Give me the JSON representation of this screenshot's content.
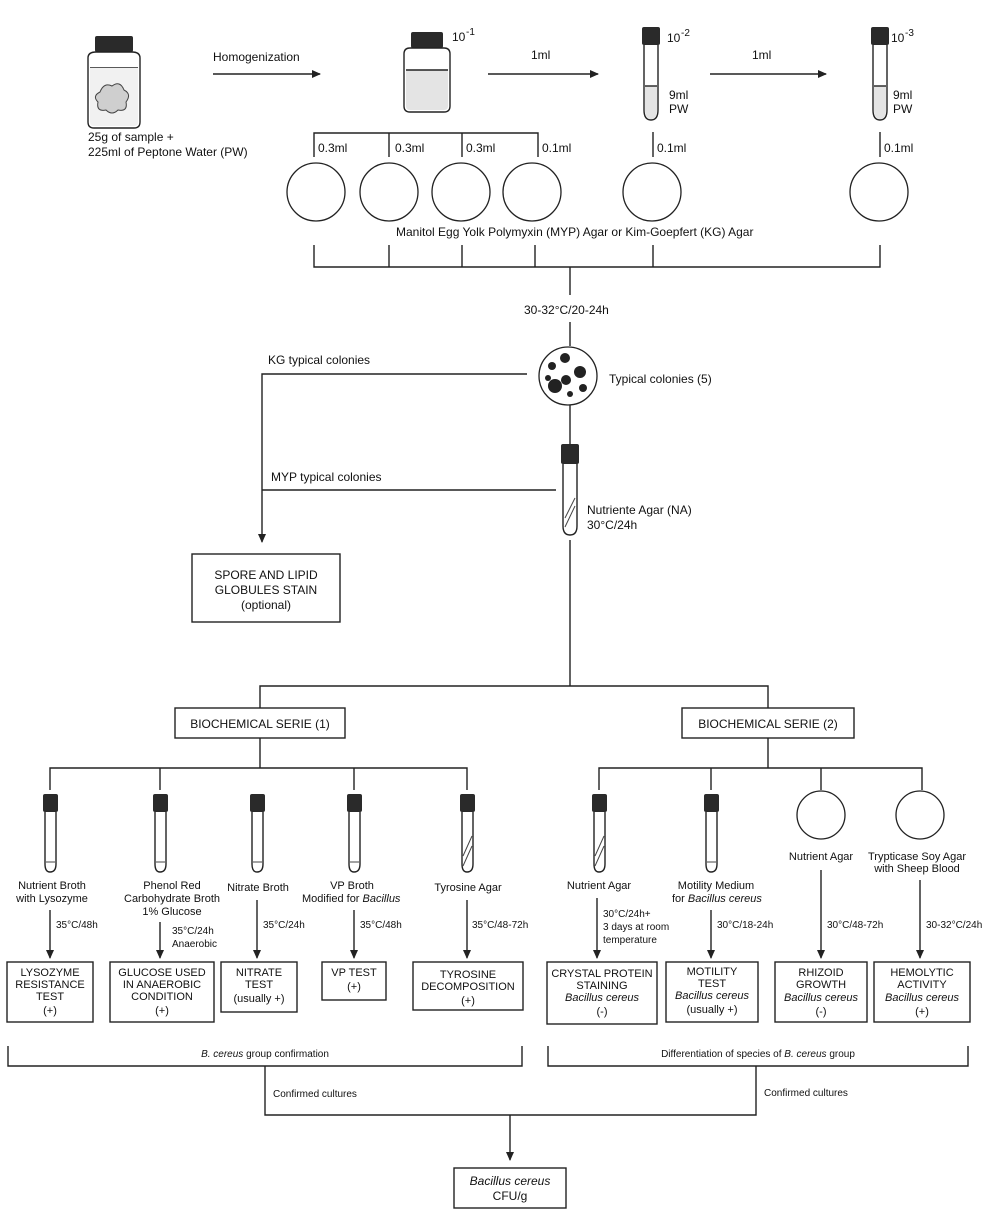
{
  "top": {
    "step_homogenization": "Homogenization",
    "dilution_1": "10",
    "dilution_1_exp": "-1",
    "dilution_2": "10",
    "dilution_2_exp": "-2",
    "dilution_3": "10",
    "dilution_3_exp": "-3",
    "transfer_1": "1ml",
    "transfer_2": "1ml",
    "tube_2_volume": "9ml",
    "tube_2_diluent": "PW",
    "tube_3_volume": "9ml",
    "tube_3_diluent": "PW",
    "sample_line1": "25g of sample +",
    "sample_line2": "225ml of Peptone Water (PW)"
  },
  "plating": {
    "vol_a": "0.3ml",
    "vol_b": "0.3ml",
    "vol_c": "0.3ml",
    "vol_d": "0.1ml",
    "vol_e": "0.1ml",
    "vol_f": "0.1ml",
    "agar_label": "Manitol Egg Yolk Polymyxin (MYP) Agar  or Kim-Goepfert (KG) Agar"
  },
  "incubation": {
    "label": "30-32°C/20-24h"
  },
  "colonies": {
    "label": "Typical colonies (5)",
    "kg": "KG typical colonies",
    "myp": "MYP typical colonies"
  },
  "na": {
    "line1": "Nutriente Agar (NA)",
    "line2": "30°C/24h"
  },
  "stain": {
    "line1": "SPORE AND LIPID",
    "line2": "GLOBULES STAIN",
    "line3": "(optional)"
  },
  "serie1": {
    "title": "BIOCHEMICAL SERIE (1)",
    "tests": [
      {
        "medium": [
          "Nutrient Broth",
          "with Lysozyme"
        ],
        "cond": [
          "35°C/48h"
        ],
        "result": [
          "LYSOZYME",
          "RESISTANCE",
          "TEST",
          "(+)"
        ]
      },
      {
        "medium": [
          "Phenol Red",
          "Carbohydrate Broth",
          "1% Glucose"
        ],
        "cond": [
          "35°C/24h",
          "Anaerobic"
        ],
        "result": [
          "GLUCOSE USED",
          "IN ANAEROBIC",
          "CONDITION",
          "(+)"
        ]
      },
      {
        "medium": [
          "Nitrate Broth"
        ],
        "cond": [
          "35°C/24h"
        ],
        "result": [
          "NITRATE",
          "TEST",
          "(usually +)"
        ]
      },
      {
        "medium": [
          "VP Broth",
          "Modified for "
        ],
        "medium_italic": "Bacillus",
        "cond": [
          "35°C/48h"
        ],
        "result": [
          "VP TEST",
          "(+)"
        ]
      },
      {
        "medium": [
          "Tyrosine Agar"
        ],
        "cond": [
          "35°C/48-72h"
        ],
        "result": [
          "TYROSINE",
          "DECOMPOSITION",
          "(+)"
        ]
      }
    ],
    "group_label_italic": "B. cereus",
    "group_label": " group confirmation"
  },
  "serie2": {
    "title": "BIOCHEMICAL SERIE (2)",
    "tests": [
      {
        "medium": [
          "Nutrient Agar"
        ],
        "cond": [
          "30°C/24h+",
          "3 days at room",
          "temperature"
        ],
        "result": [
          "CRYSTAL PROTEIN",
          "STAINING"
        ],
        "result_italic": "Bacillus cereus",
        "result_sign": "(-)"
      },
      {
        "medium": [
          "Motility Medium",
          "for "
        ],
        "medium_italic": "Bacillus cereus",
        "cond": [
          "30°C/18-24h"
        ],
        "result": [
          "MOTILITY",
          "TEST"
        ],
        "result_italic": "Bacillus cereus",
        "result_sign": "(usually +)"
      },
      {
        "medium": [
          "Nutrient Agar"
        ],
        "cond": [
          "30°C/48-72h"
        ],
        "result": [
          "RHIZOID",
          "GROWTH"
        ],
        "result_italic": "Bacillus cereus",
        "result_sign": "(-)"
      },
      {
        "medium": [
          "Trypticase Soy Agar",
          "with Sheep Blood"
        ],
        "cond": [
          "30-32°C/24h"
        ],
        "result": [
          "HEMOLYTIC",
          "ACTIVITY"
        ],
        "result_italic": "Bacillus cereus",
        "result_sign": "(+)"
      }
    ],
    "group_label": "Differentiation of species of ",
    "group_label_italic": "B. cereus",
    "group_label_end": " group"
  },
  "confirmed_left": "Confirmed cultures",
  "confirmed_right": "Confirmed cultures",
  "final": {
    "line1": "Bacillus cereus",
    "line2": "CFU/g"
  },
  "icons": [
    "jar-icon",
    "bottle-icon",
    "test-tube-icon",
    "petri-dish-icon",
    "slant-tube-icon"
  ]
}
